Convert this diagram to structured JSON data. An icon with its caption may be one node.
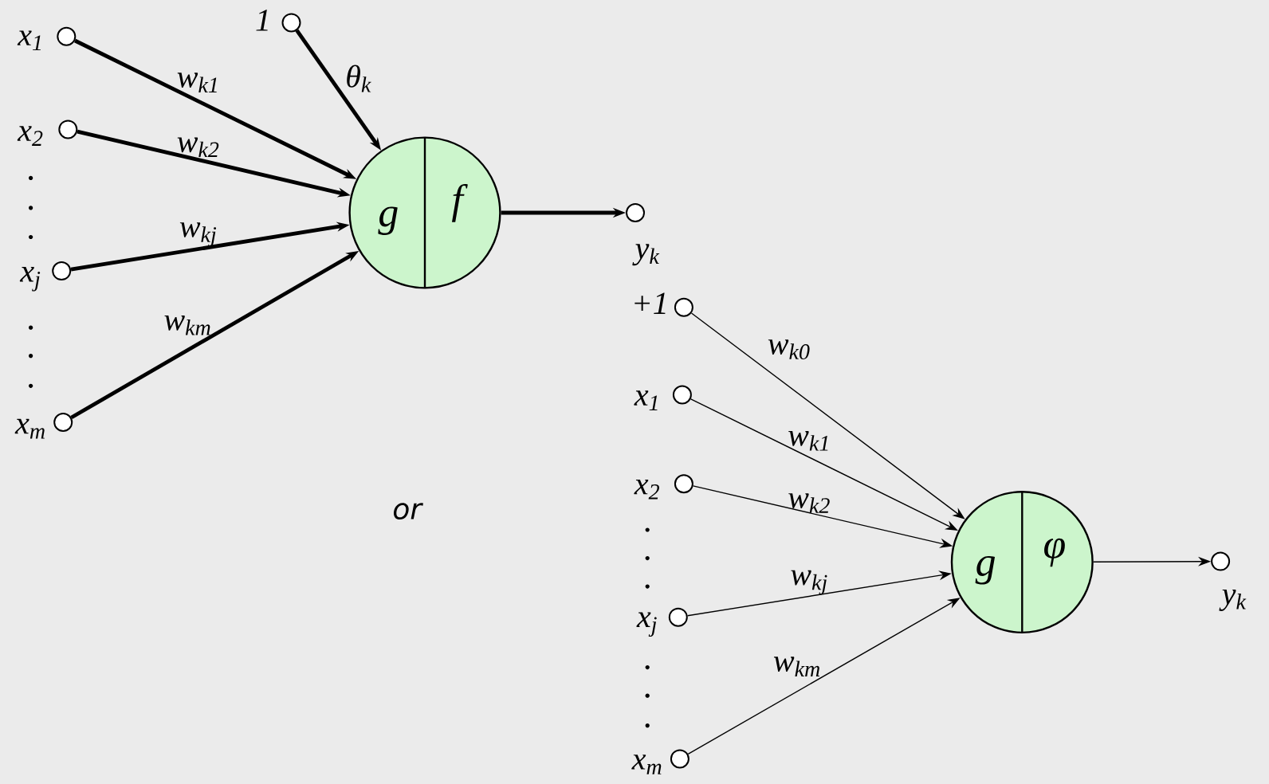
{
  "diagram": {
    "nodes": [
      {
        "text": [],
        "shape": "circle",
        "beside": [
          "x$_{1}$"
        ]
      },
      {
        "text": [],
        "shape": "circle",
        "beside": [
          "1"
        ]
      },
      {
        "text": [],
        "shape": "circle",
        "beside": [
          "x$_{2}$"
        ]
      },
      {
        "text": [],
        "shape": "circle",
        "beside": [
          "x$_{j}$"
        ]
      },
      {
        "text": [],
        "shape": "circle",
        "beside": [
          "x$_{m}$"
        ]
      },
      {
        "text": [
          "g",
          "f"
        ]
      },
      {
        "text": [],
        "shape": "circle",
        "beside": [
          "y$_{k}$"
        ]
      },
      {
        "text": [],
        "shape": "circle",
        "beside": [
          "+1"
        ]
      },
      {
        "text": [],
        "shape": "circle",
        "beside": [
          "x$_{1}$"
        ]
      },
      {
        "text": [],
        "shape": "circle",
        "beside": [
          "x$_{2}$"
        ]
      },
      {
        "text": [],
        "shape": "circle",
        "beside": [
          "x$_{j}$"
        ]
      },
      {
        "text": [],
        "shape": "circle",
        "beside": [
          "x$_{m}$"
        ]
      },
      {
        "text": [
          "g",
          "φ"
        ]
      },
      {
        "text": [],
        "shape": "circle",
        "beside": [
          "y$_{k}$"
        ]
      }
    ],
    "edges": [
      {
        "from": 0,
        "to": 5,
        "arrow": "to",
        "label": "w$_{k1}$",
        "style": "thick"
      },
      {
        "from": 2,
        "to": 5,
        "arrow": "to",
        "label": "w$_{k2}$",
        "style": "thick"
      },
      {
        "from": 3,
        "to": 5,
        "arrow": "to",
        "label": "w$_{kj}$",
        "style": "thick"
      },
      {
        "from": 4,
        "to": 5,
        "arrow": "to",
        "label": "w$_{km}$",
        "style": "thick"
      },
      {
        "from": 1,
        "to": 5,
        "arrow": "to",
        "label": "θ$_{k}$",
        "style": "thick"
      },
      {
        "from": 5,
        "to": 6,
        "arrow": "to",
        "style": "thick"
      },
      {
        "from": 7,
        "to": 12,
        "arrow": "to",
        "label": "w$_{k0}$"
      },
      {
        "from": 8,
        "to": 12,
        "arrow": "to",
        "label": "w$_{k1}$"
      },
      {
        "from": 9,
        "to": 12,
        "arrow": "to",
        "label": "w$_{k2}$"
      },
      {
        "from": 10,
        "to": 12,
        "arrow": "to",
        "label": "w$_{kj}$"
      },
      {
        "from": 11,
        "to": 12,
        "arrow": "to",
        "label": "w$_{km}$"
      },
      {
        "from": 12,
        "to": 13,
        "arrow": "to"
      }
    ],
    "labels": [
      "or"
    ]
  }
}
